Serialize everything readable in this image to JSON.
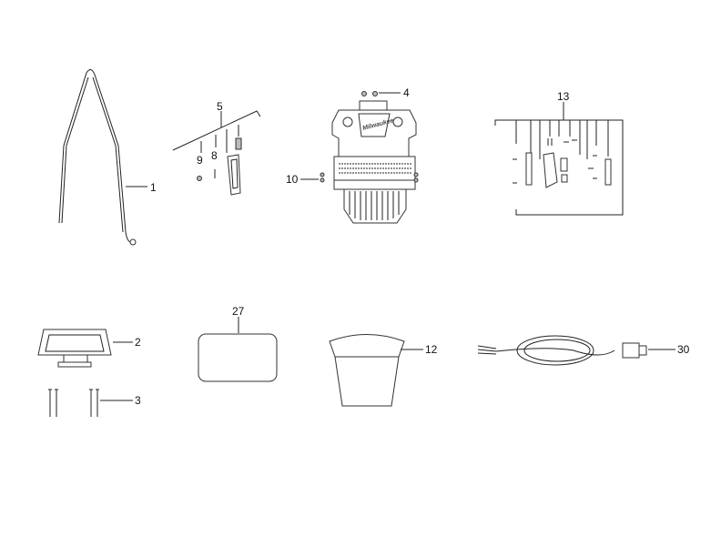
{
  "diagram": {
    "parts": [
      {
        "id": "1",
        "name": "frame-wire"
      },
      {
        "id": "2",
        "name": "lamp-head"
      },
      {
        "id": "3",
        "name": "screws"
      },
      {
        "id": "4",
        "name": "top-screws"
      },
      {
        "id": "5",
        "name": "bracket-assembly"
      },
      {
        "id": "8",
        "name": "pin"
      },
      {
        "id": "9",
        "name": "screw"
      },
      {
        "id": "10",
        "name": "side-screws"
      },
      {
        "id": "12",
        "name": "shade"
      },
      {
        "id": "13",
        "name": "switch-assembly"
      },
      {
        "id": "27",
        "name": "label-plate"
      },
      {
        "id": "30",
        "name": "power-cord"
      }
    ],
    "logo_text": "Milwaukee",
    "line_color": "#222222"
  }
}
